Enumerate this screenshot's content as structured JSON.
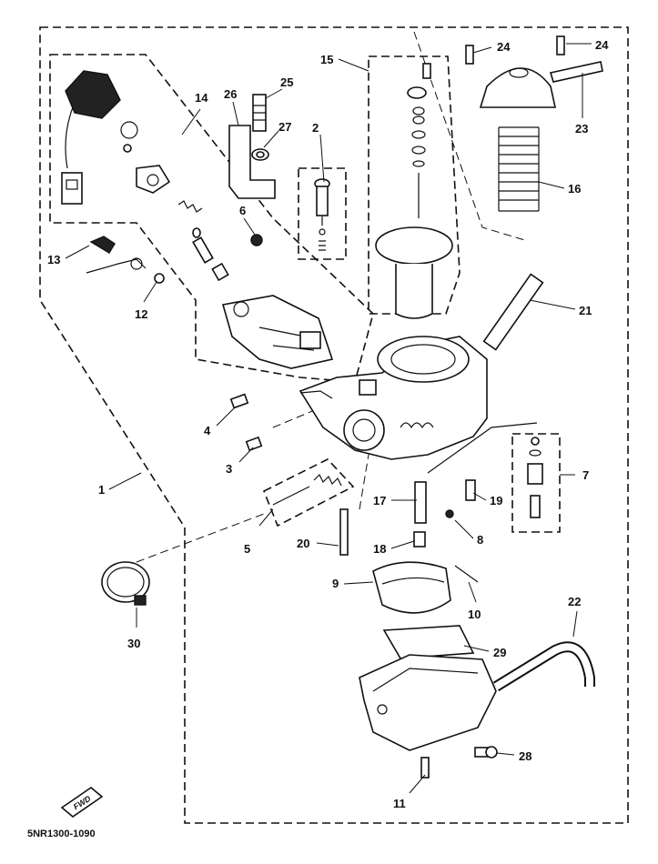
{
  "diagram": {
    "drawing_code": "5NR1300-1090",
    "forward_marker": "FWD",
    "callouts": [
      {
        "id": "c1",
        "label": "1"
      },
      {
        "id": "c2",
        "label": "2"
      },
      {
        "id": "c3",
        "label": "3"
      },
      {
        "id": "c4",
        "label": "4"
      },
      {
        "id": "c5",
        "label": "5"
      },
      {
        "id": "c6",
        "label": "6"
      },
      {
        "id": "c7",
        "label": "7"
      },
      {
        "id": "c8",
        "label": "8"
      },
      {
        "id": "c9",
        "label": "9"
      },
      {
        "id": "c10",
        "label": "10"
      },
      {
        "id": "c11",
        "label": "11"
      },
      {
        "id": "c12",
        "label": "12"
      },
      {
        "id": "c13",
        "label": "13"
      },
      {
        "id": "c14",
        "label": "14"
      },
      {
        "id": "c15",
        "label": "15"
      },
      {
        "id": "c16",
        "label": "16"
      },
      {
        "id": "c17",
        "label": "17"
      },
      {
        "id": "c18",
        "label": "18"
      },
      {
        "id": "c19",
        "label": "19"
      },
      {
        "id": "c20",
        "label": "20"
      },
      {
        "id": "c21",
        "label": "21"
      },
      {
        "id": "c22",
        "label": "22"
      },
      {
        "id": "c23",
        "label": "23"
      },
      {
        "id": "c24a",
        "label": "24"
      },
      {
        "id": "c24b",
        "label": "24"
      },
      {
        "id": "c25",
        "label": "25"
      },
      {
        "id": "c26",
        "label": "26"
      },
      {
        "id": "c27",
        "label": "27"
      },
      {
        "id": "c28",
        "label": "28"
      },
      {
        "id": "c29",
        "label": "29"
      },
      {
        "id": "c30",
        "label": "30"
      }
    ]
  }
}
